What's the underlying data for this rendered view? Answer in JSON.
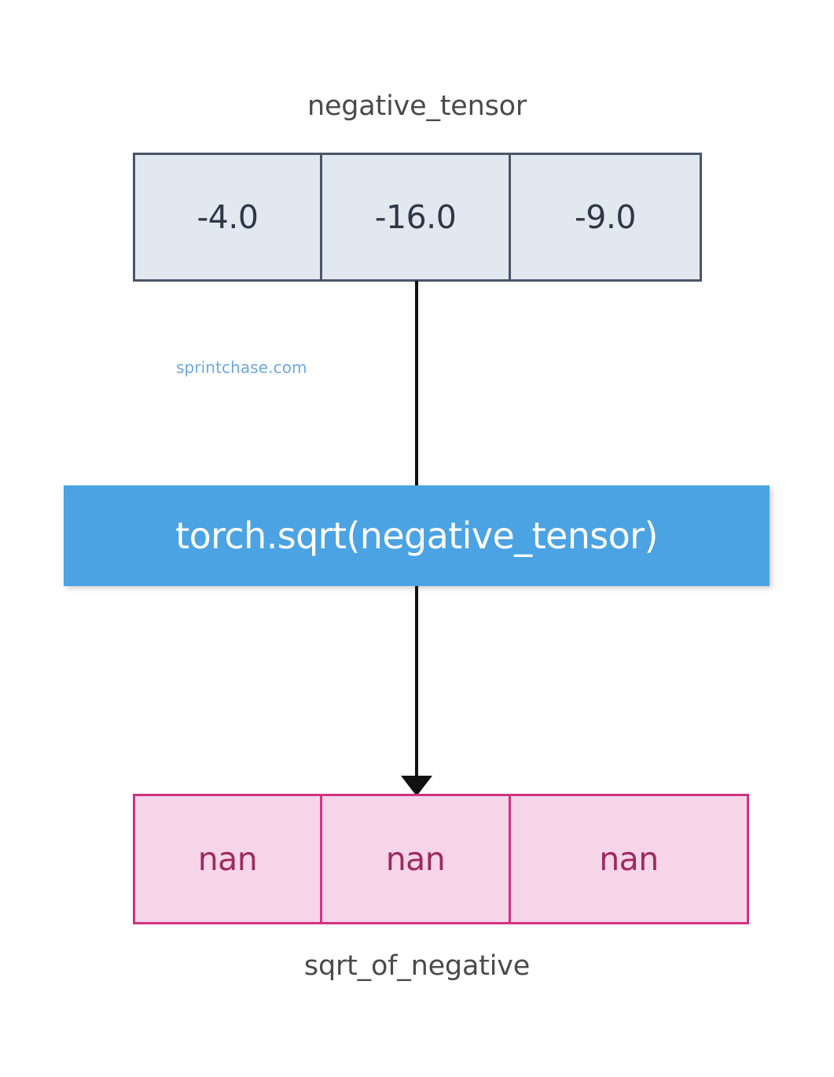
{
  "diagram": {
    "title": "negative_tensor",
    "caption": "sqrt_of_negative",
    "watermark": "sprintchase.com",
    "operation": "torch.sqrt(negative_tensor)",
    "colors": {
      "input_border": "#4a5568",
      "input_fill": "#e2e8f0",
      "input_text": "#2d3748",
      "output_border": "#cf3383",
      "output_fill": "#f7d5e9",
      "output_text": "#9e2a5e",
      "operation_fill": "#4ba3e3",
      "operation_text": "#ffffff",
      "title_text": "#4a4a4a",
      "watermark_text": "#6fa8dc",
      "connector": "#111111"
    }
  },
  "input_tensor": {
    "label": "negative_tensor",
    "cells": [
      "-4.0",
      "-16.0",
      "-9.0"
    ]
  },
  "output_tensor": {
    "label": "sqrt_of_negative",
    "cells": [
      "nan",
      "nan",
      "nan"
    ]
  }
}
